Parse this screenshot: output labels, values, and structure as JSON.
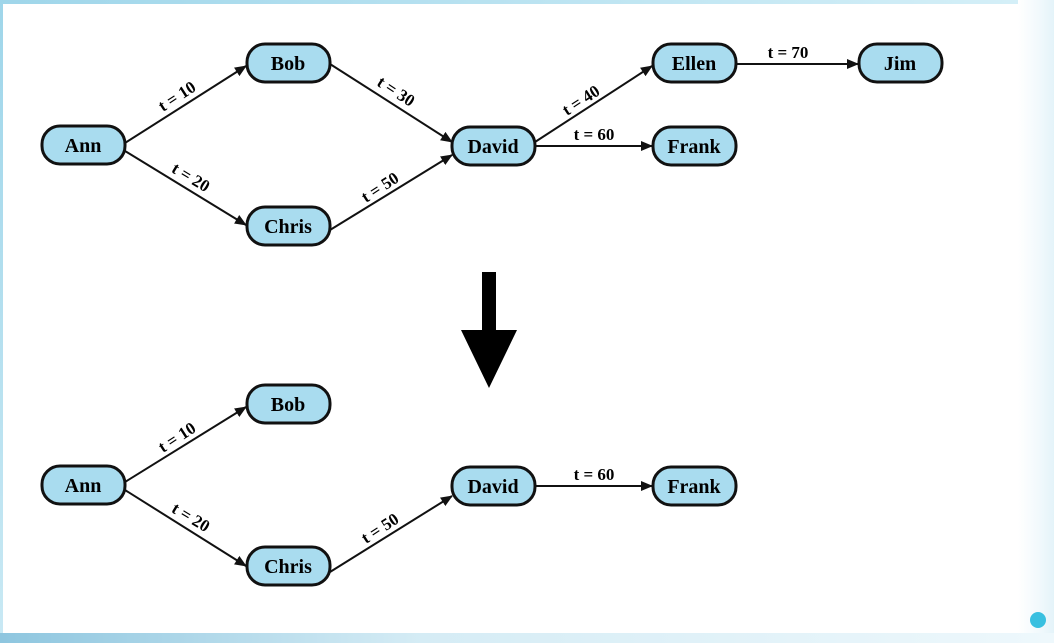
{
  "diagram_top": {
    "nodes": {
      "ann": "Ann",
      "bob": "Bob",
      "chris": "Chris",
      "david": "David",
      "ellen": "Ellen",
      "frank": "Frank",
      "jim": "Jim"
    },
    "edges": {
      "ann_bob": "t = 10",
      "ann_chris": "t = 20",
      "bob_david": "t = 30",
      "chris_david": "t = 50",
      "david_ellen": "t = 40",
      "david_frank": "t = 60",
      "ellen_jim": "t = 70"
    }
  },
  "diagram_bottom": {
    "nodes": {
      "ann": "Ann",
      "bob": "Bob",
      "chris": "Chris",
      "david": "David",
      "frank": "Frank"
    },
    "edges": {
      "ann_bob": "t = 10",
      "ann_chris": "t = 20",
      "chris_david": "t = 50",
      "david_frank": "t = 60"
    }
  },
  "colors": {
    "node_fill": "#a9dcef",
    "stroke": "#111111",
    "accent": "#39c0e0"
  }
}
